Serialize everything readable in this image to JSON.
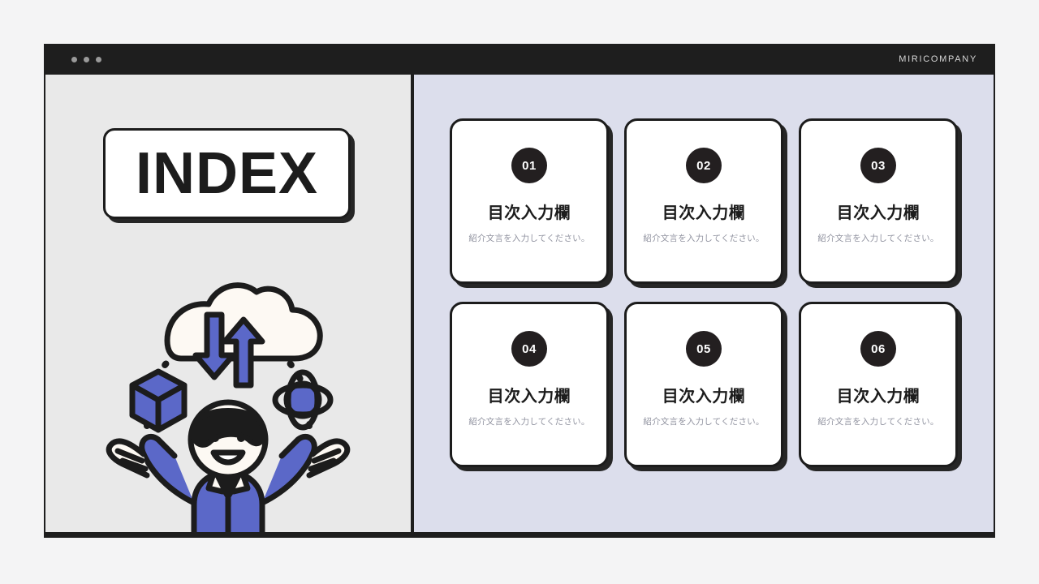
{
  "window": {
    "brand": "MIRICOMPANY",
    "dots_count": 3
  },
  "left_panel": {
    "title": "INDEX",
    "illustration": {
      "name": "cloud-sync-person-illustration",
      "elements": [
        "cloud",
        "download-arrow",
        "upload-arrow",
        "cube-icon",
        "atom-icon",
        "dashed-arc-left",
        "dashed-arc-right",
        "person-figure"
      ]
    }
  },
  "colors": {
    "page_background": "#f4f4f5",
    "frame_dark": "#1e1e1e",
    "left_panel_bg": "#e9e9e9",
    "right_panel_bg": "#dcdeec",
    "card_bg": "#ffffff",
    "outline": "#1c1c1c",
    "badge_bg": "#231f20",
    "accent_blue": "#5b68c8",
    "cloud_cream": "#fdf9f3",
    "desc_gray": "#9193a0"
  },
  "cards": [
    {
      "number": "01",
      "title": "目次入力欄",
      "desc": "紹介文言を入力してください。"
    },
    {
      "number": "02",
      "title": "目次入力欄",
      "desc": "紹介文言を入力してください。"
    },
    {
      "number": "03",
      "title": "目次入力欄",
      "desc": "紹介文言を入力してください。"
    },
    {
      "number": "04",
      "title": "目次入力欄",
      "desc": "紹介文言を入力してください。"
    },
    {
      "number": "05",
      "title": "目次入力欄",
      "desc": "紹介文言を入力してください。"
    },
    {
      "number": "06",
      "title": "目次入力欄",
      "desc": "紹介文言を入力してください。"
    }
  ]
}
